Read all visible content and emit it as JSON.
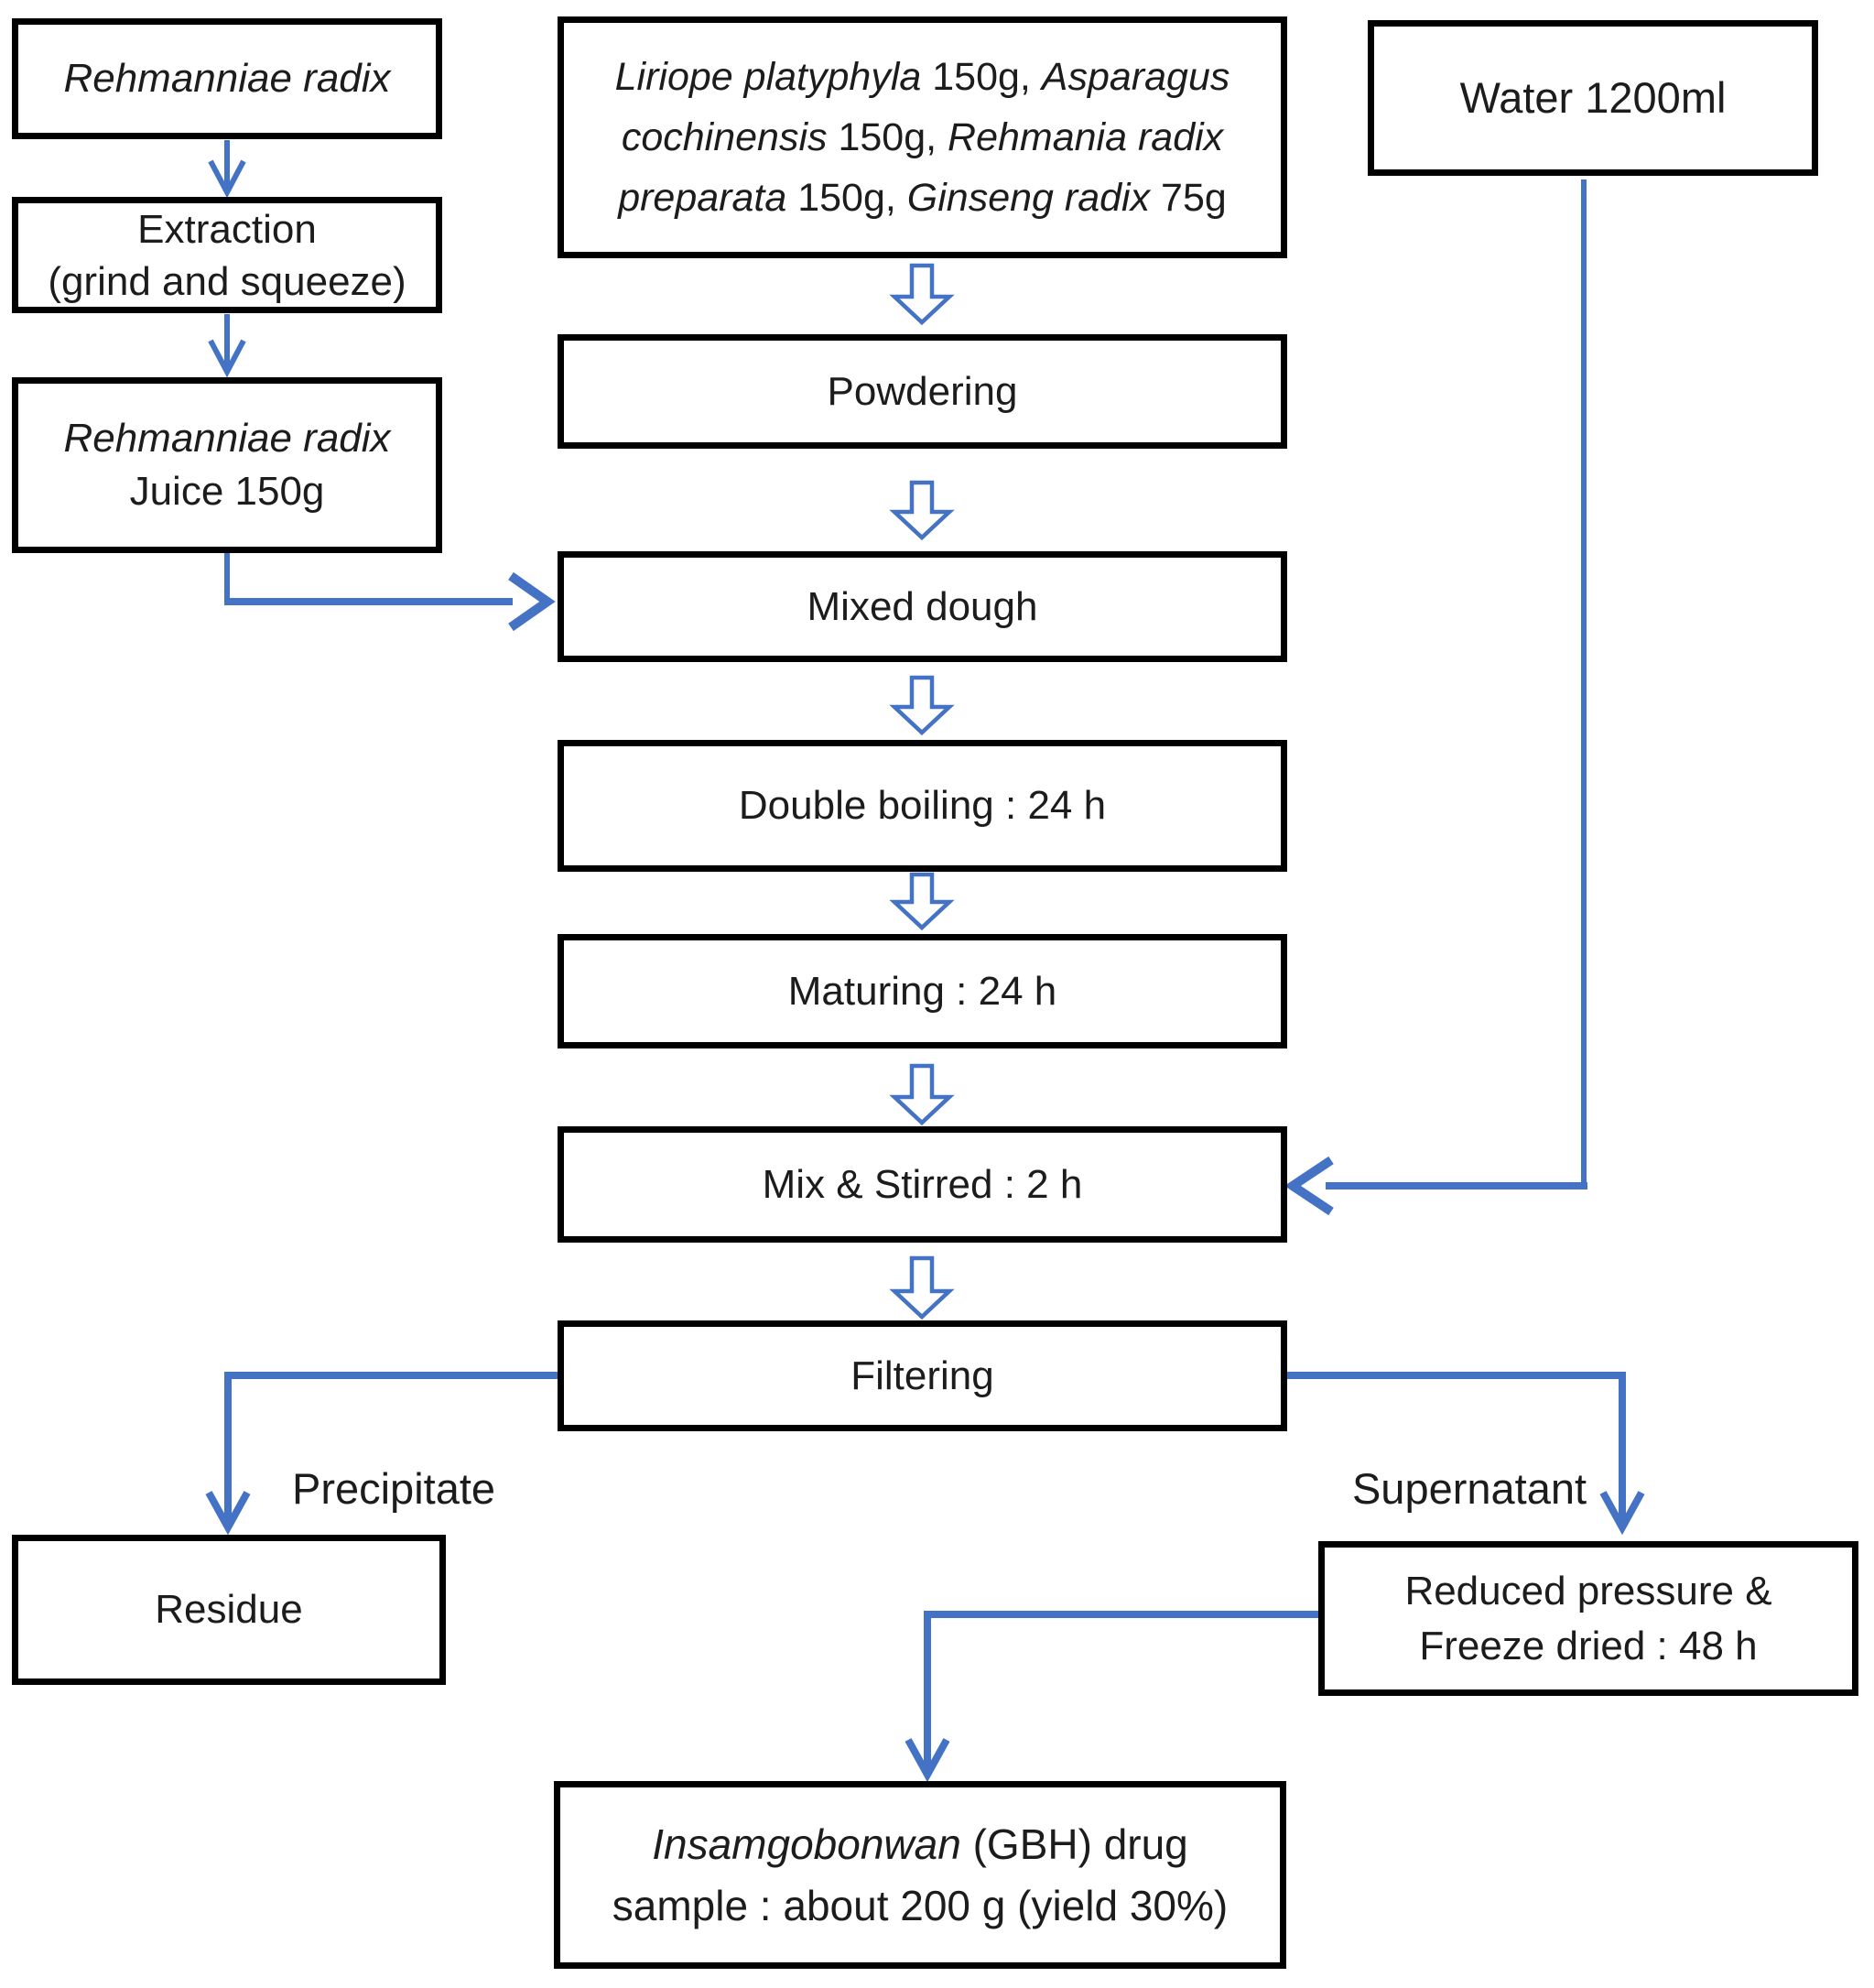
{
  "palette": {
    "arrow_blue": "#4472C4",
    "box_border": "#000000",
    "text": "#1c1c1c",
    "background": "#ffffff"
  },
  "boxes": {
    "source": {
      "lines": [
        [
          {
            "t": "Rehmanniae radix",
            "i": true
          }
        ]
      ]
    },
    "extraction": {
      "lines": [
        [
          {
            "t": "Extraction"
          }
        ],
        [
          {
            "t": "(grind and squeeze)"
          }
        ]
      ]
    },
    "juice": {
      "lines": [
        [
          {
            "t": "Rehmanniae radix",
            "i": true
          }
        ],
        [
          {
            "t": "Juice 150g"
          }
        ]
      ]
    },
    "ingredients": {
      "lines": [
        [
          {
            "t": "Liriope platyphyla",
            "i": true
          },
          {
            "t": " 150g, "
          },
          {
            "t": "Asparagus",
            "i": true
          }
        ],
        [
          {
            "t": "cochinensis",
            "i": true
          },
          {
            "t": " 150g, "
          },
          {
            "t": "Rehmania radix",
            "i": true
          }
        ],
        [
          {
            "t": "preparata",
            "i": true
          },
          {
            "t": " 150g, "
          },
          {
            "t": "Ginseng radix",
            "i": true
          },
          {
            "t": " 75g"
          }
        ]
      ]
    },
    "water": {
      "lines": [
        [
          {
            "t": "Water 1200ml"
          }
        ]
      ]
    },
    "powdering": {
      "lines": [
        [
          {
            "t": "Powdering"
          }
        ]
      ]
    },
    "mixed_dough": {
      "lines": [
        [
          {
            "t": "Mixed dough"
          }
        ]
      ]
    },
    "double_boiling": {
      "lines": [
        [
          {
            "t": "Double boiling : 24 h"
          }
        ]
      ]
    },
    "maturing": {
      "lines": [
        [
          {
            "t": "Maturing : 24 h"
          }
        ]
      ]
    },
    "mix_stirred": {
      "lines": [
        [
          {
            "t": "Mix & Stirred : 2 h"
          }
        ]
      ]
    },
    "filtering": {
      "lines": [
        [
          {
            "t": "Filtering"
          }
        ]
      ]
    },
    "residue": {
      "lines": [
        [
          {
            "t": "Residue"
          }
        ]
      ]
    },
    "reduced": {
      "lines": [
        [
          {
            "t": "Reduced pressure &"
          }
        ],
        [
          {
            "t": "Freeze dried : 48 h"
          }
        ]
      ]
    },
    "final": {
      "lines": [
        [
          {
            "t": "Insamgobonwan",
            "i": true
          },
          {
            "t": " (GBH) drug"
          }
        ],
        [
          {
            "t": "sample : about 200 g (yield 30%)"
          }
        ]
      ]
    }
  },
  "labels": {
    "precipitate": "Precipitate",
    "supernatant": "Supernatant"
  }
}
